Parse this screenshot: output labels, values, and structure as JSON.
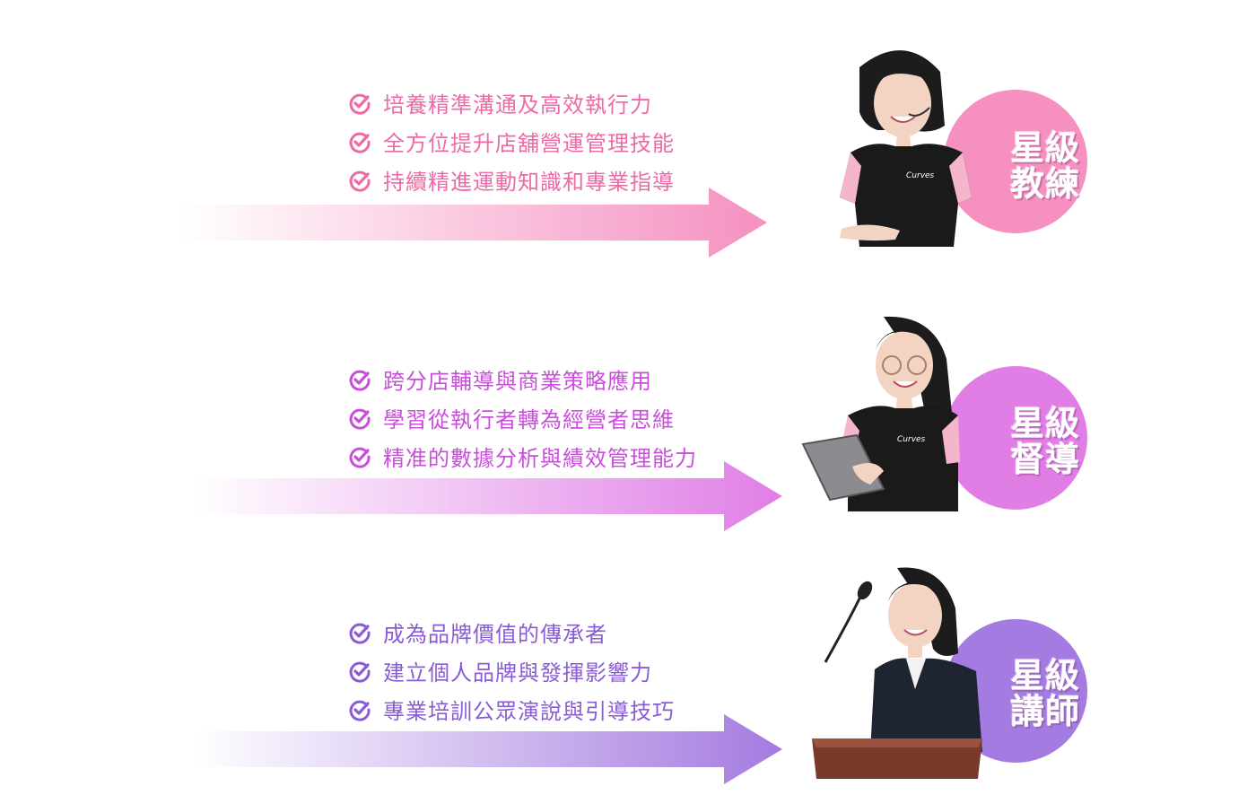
{
  "sections": [
    {
      "badge": {
        "line1": "星級",
        "line2": "教練"
      },
      "color": "#f590c0",
      "text_color": "#ee6aa7",
      "person_icon": "coach-headset-icon",
      "bullets": [
        "培養精準溝通及高效執行力",
        "全方位提升店舖營運管理技能",
        "持續精進運動知識和專業指導"
      ]
    },
    {
      "badge": {
        "line1": "星級",
        "line2": "督導"
      },
      "color": "#e07ee6",
      "text_color": "#c84fd9",
      "person_icon": "supervisor-tablet-icon",
      "bullets": [
        "跨分店輔導與商業策略應用",
        "學習從執行者轉為經營者思維",
        "精准的數據分析與績效管理能力"
      ]
    },
    {
      "badge": {
        "line1": "星級",
        "line2": "講師"
      },
      "color": "#a47be0",
      "text_color": "#8a5bd6",
      "person_icon": "lecturer-podium-icon",
      "bullets": [
        "成為品牌價值的傳承者",
        "建立個人品牌與發揮影響力",
        "專業培訓公眾演說與引導技巧"
      ]
    }
  ],
  "shirt_logo": "Curves"
}
